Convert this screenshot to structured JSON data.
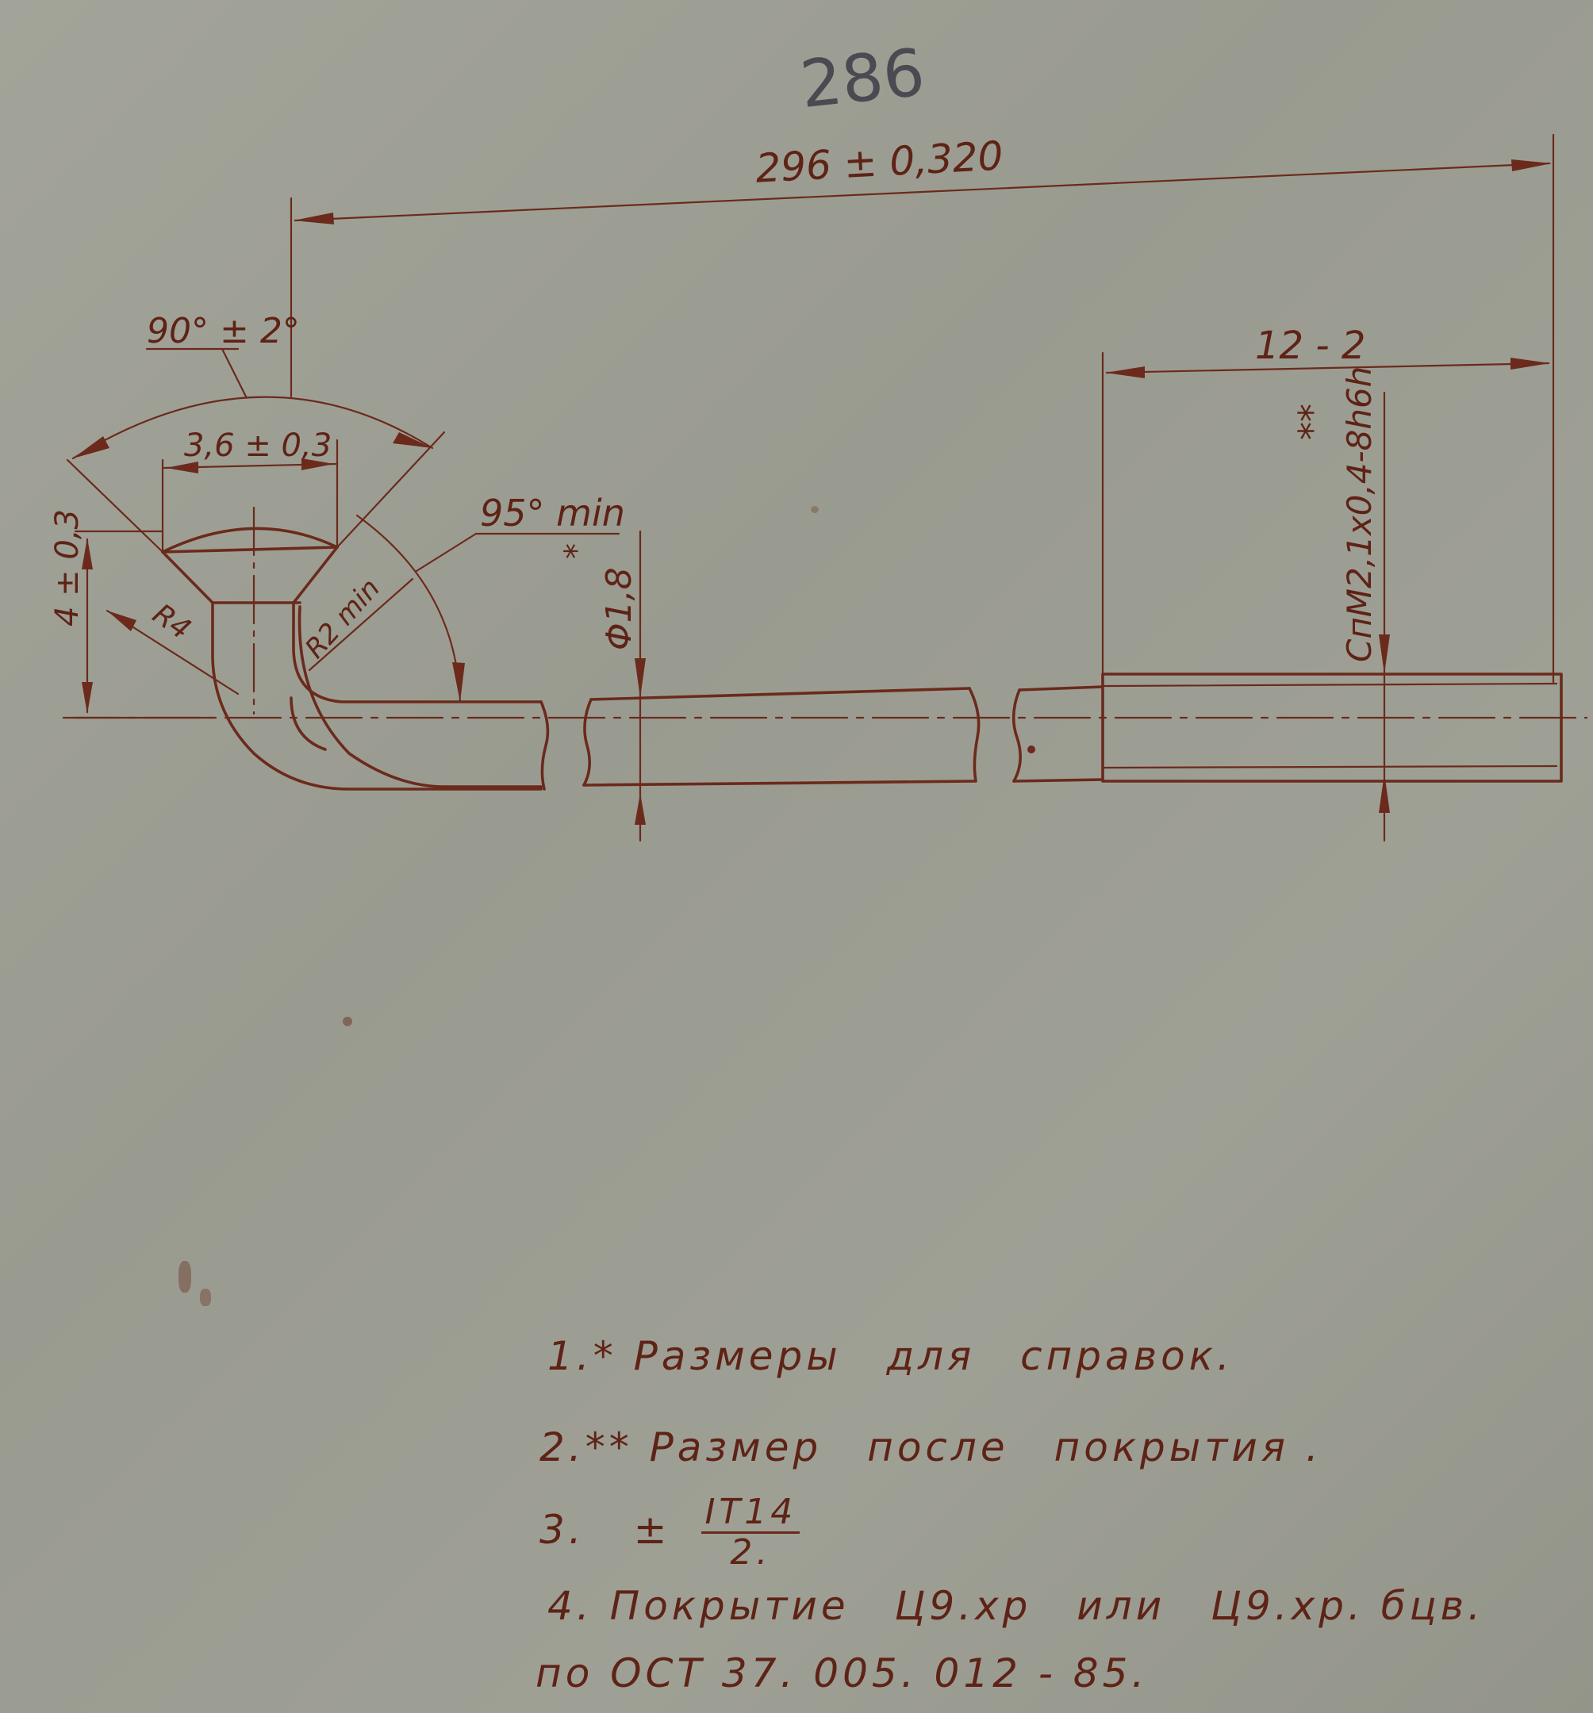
{
  "page_number": "286",
  "dimensions": {
    "overall_length": "296 ± 0,320",
    "thread_length": "12 - 2",
    "bend_angle": "90° ± 2°",
    "head_width": "3,6 ± 0,3",
    "inner_angle": "95° min",
    "head_height": "4 ± 0,3",
    "bend_radius": "R4",
    "small_radius": "R2 min",
    "diameter": "Φ1,8",
    "diameter_mark": "*",
    "thread_spec": "СпМ2,1х0,4-8h6h",
    "thread_mark": "**"
  },
  "notes": {
    "n1_num": "1.*",
    "n1_text": "Размеры",
    "n1_text2": "для",
    "n1_text3": "справок.",
    "n2_num": "2.**",
    "n2_text": "Размер",
    "n2_text2": "после",
    "n2_text3": "покрытия .",
    "n3_num": "3.",
    "n3_sign": "±",
    "n3_numerator": "IT14",
    "n3_denominator": "2.",
    "n4_text": "4. Покрытие",
    "n4_text2": "Ц9.хр",
    "n4_text3": "или",
    "n4_text4": "Ц9.хр. бцв.",
    "n5_text": "по ОСТ 37. 005. 012 - 85."
  }
}
